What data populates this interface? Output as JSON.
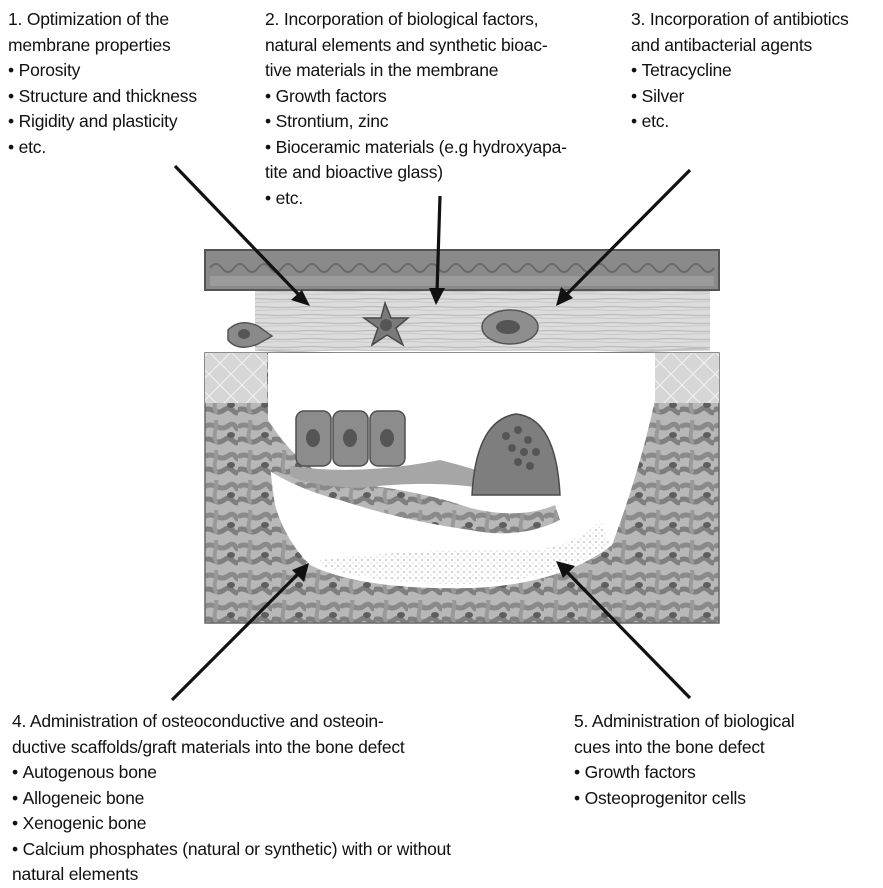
{
  "blocks": [
    {
      "id": "optimization",
      "lines": [
        {
          "text": "1. Optimization of the",
          "bullet": false
        },
        {
          "text": "membrane properties",
          "bullet": false
        },
        {
          "text": "Porosity",
          "bullet": true
        },
        {
          "text": "Structure and thickness",
          "bullet": true
        },
        {
          "text": "Rigidity and plasticity",
          "bullet": true
        },
        {
          "text": "etc.",
          "bullet": true
        }
      ]
    },
    {
      "id": "incorporation-biological",
      "lines": [
        {
          "text": "2. Incorporation of biological factors,",
          "bullet": false
        },
        {
          "text": "natural elements and synthetic bioac-",
          "bullet": false
        },
        {
          "text": "tive materials in the membrane",
          "bullet": false
        },
        {
          "text": "Growth factors",
          "bullet": true
        },
        {
          "text": "Strontium, zinc",
          "bullet": true
        },
        {
          "text": "Bioceramic materials (e.g hydroxyapa-",
          "bullet": true
        },
        {
          "text": "tite and bioactive glass)",
          "bullet": false
        },
        {
          "text": "etc.",
          "bullet": true
        }
      ]
    },
    {
      "id": "incorporation-antibiotics",
      "lines": [
        {
          "text": "3. Incorporation of antibiotics",
          "bullet": false
        },
        {
          "text": "and antibacterial agents",
          "bullet": false
        },
        {
          "text": "Tetracycline",
          "bullet": true
        },
        {
          "text": "Silver",
          "bullet": true
        },
        {
          "text": "etc.",
          "bullet": true
        }
      ]
    },
    {
      "id": "scaffolds",
      "lines": [
        {
          "text": "4. Administration of osteoconductive and osteoin-",
          "bullet": false
        },
        {
          "text": "ductive scaffolds/graft materials into the bone defect",
          "bullet": false
        },
        {
          "text": "Autogenous bone",
          "bullet": true
        },
        {
          "text": "Allogeneic bone",
          "bullet": true
        },
        {
          "text": "Xenogenic bone",
          "bullet": true
        },
        {
          "text": "Calcium phosphates (natural or synthetic) with or without",
          "bullet": true
        },
        {
          "text": "natural elements",
          "bullet": false
        }
      ]
    },
    {
      "id": "biological-cues",
      "lines": [
        {
          "text": "5. Administration of biological",
          "bullet": false
        },
        {
          "text": "cues into the bone defect",
          "bullet": false
        },
        {
          "text": "Growth factors",
          "bullet": true
        },
        {
          "text": "Osteoprogenitor cells",
          "bullet": true
        }
      ]
    }
  ],
  "colors": {
    "text": "#111111",
    "membrane": "#8a8a8a",
    "connective_tissue": "#d4d4d4",
    "bone": "#9a9a9a",
    "cell": "#6f6f6f",
    "nucleus": "#4a4a4a"
  }
}
